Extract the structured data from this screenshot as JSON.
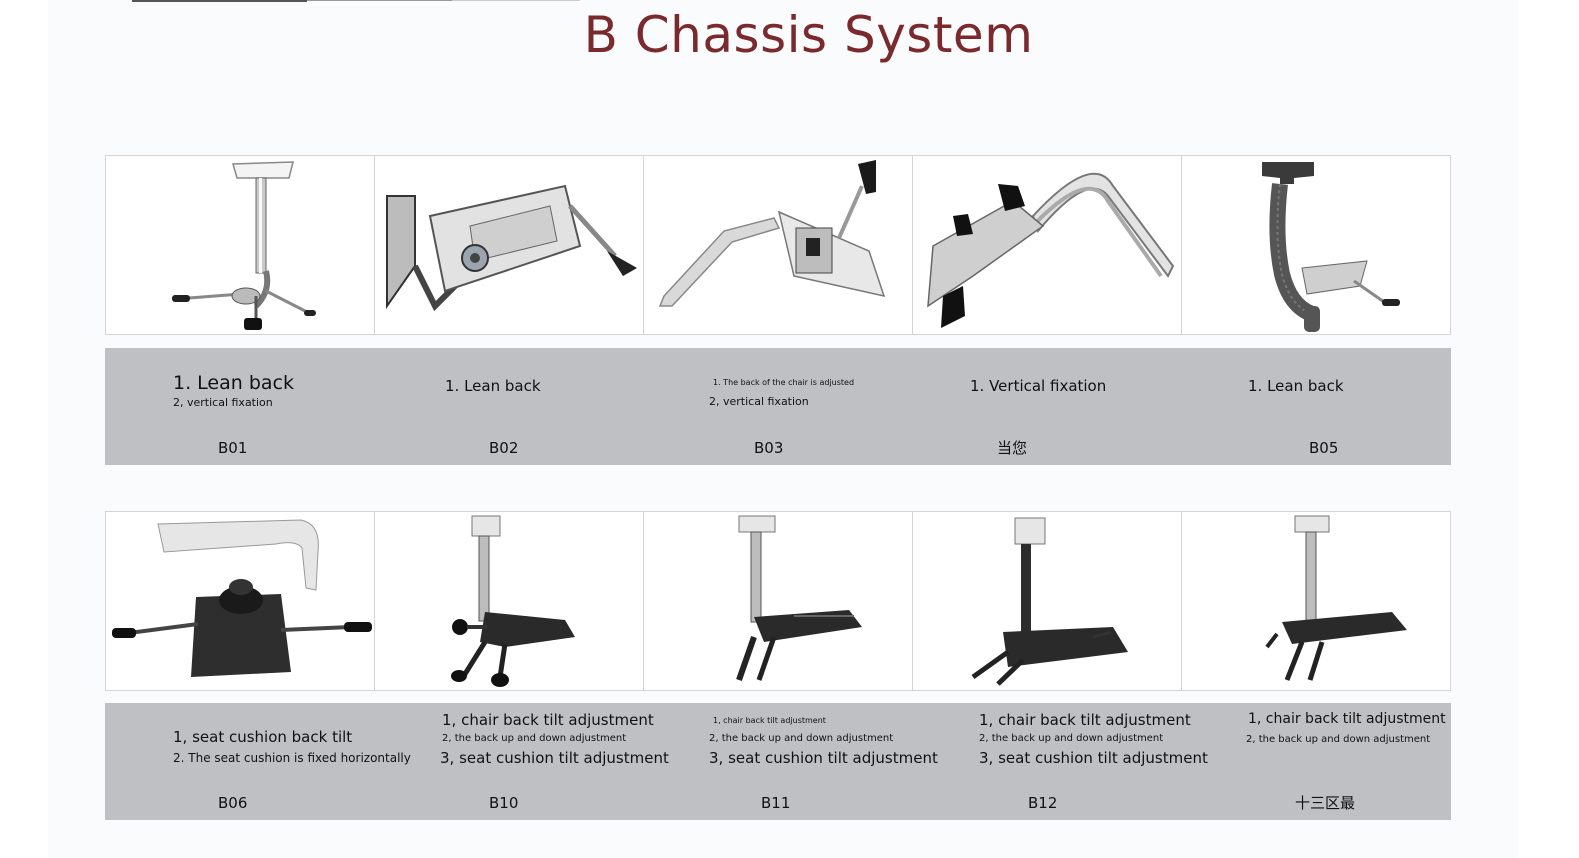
{
  "title": "B Chassis System",
  "row1": [
    {
      "code": "B01",
      "lines": [
        "1. Lean back",
        "2, vertical fixation"
      ]
    },
    {
      "code": "B02",
      "lines": [
        "1. Lean back"
      ]
    },
    {
      "code": "B03",
      "lines": [
        "1. The back of the chair is adjusted",
        "2, vertical fixation"
      ]
    },
    {
      "code": "当您",
      "lines": [
        "1. Vertical fixation"
      ]
    },
    {
      "code": "B05",
      "lines": [
        "1. Lean back"
      ]
    }
  ],
  "row2": [
    {
      "code": "B06",
      "lines": [
        "1, seat cushion back tilt",
        "2. The seat cushion is fixed horizontally"
      ]
    },
    {
      "code": "B10",
      "lines": [
        "1, chair back tilt adjustment",
        "2, the back up and down adjustment",
        "3, seat cushion tilt adjustment"
      ]
    },
    {
      "code": "B11",
      "lines": [
        "1, chair back tilt adjustment",
        "2, the back up and down adjustment",
        "3, seat cushion tilt adjustment"
      ]
    },
    {
      "code": "B12",
      "lines": [
        "1, chair back tilt adjustment",
        "2, the back up and down adjustment",
        "3, seat cushion tilt adjustment"
      ]
    },
    {
      "code": "十三区最",
      "lines": [
        "1, chair back tilt adjustment",
        "2, the back up and down adjustment"
      ]
    }
  ]
}
